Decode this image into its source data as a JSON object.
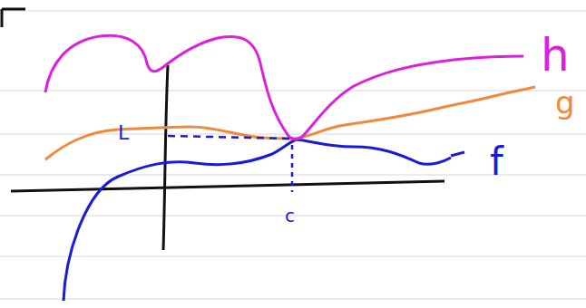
{
  "diagram": {
    "labels": [
      "L",
      "c",
      "h",
      "g",
      "f"
    ]
  }
}
